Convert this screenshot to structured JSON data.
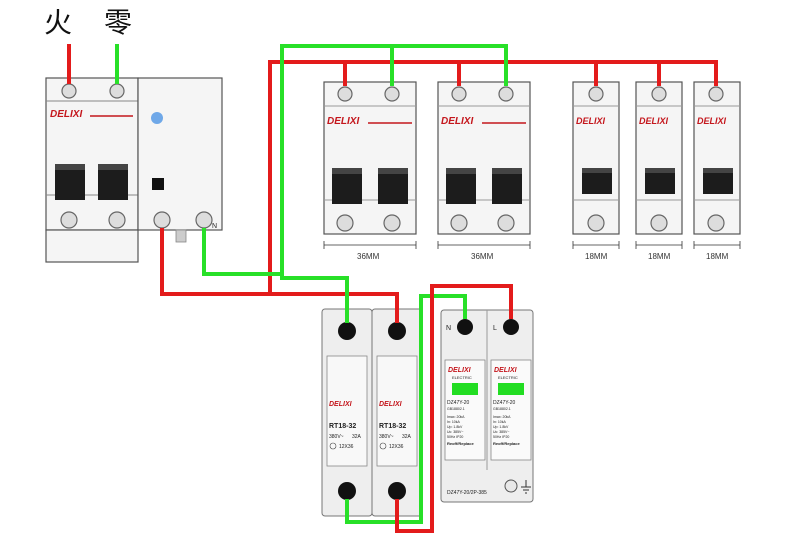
{
  "labels": {
    "live": "火",
    "neutral": "零"
  },
  "breakers": {
    "brand": "DELIXI",
    "dim_36": "36MM",
    "dim_18": "18MM",
    "rcd_neutral_mark": "N"
  },
  "fuse": {
    "brand": "DELIXI",
    "model": "RT18-32",
    "rating_voltage": "380V~",
    "rating_current": "32A",
    "cert": "12X36"
  },
  "spd": {
    "brand": "DELIXI",
    "sub_brand": "ELECTRIC",
    "model": "DZ47Y-20",
    "std": "GB18802.1",
    "spec_lines": [
      "Imax: 20kA",
      "In: 10kA",
      "Up: 1.8kV",
      "Uc: 385V~",
      "50Hz IP20"
    ],
    "tagline": "Reoff/Replace",
    "footer_model": "DZ47Y-20/2P-385",
    "terminal_n": "N",
    "terminal_l": "L"
  },
  "colors": {
    "live_wire": "#e31b1b",
    "neutral_wire": "#28e028",
    "brand_red": "#c4161c",
    "indicator_blue": "#6fa8e8",
    "window_green": "#22dd22"
  }
}
